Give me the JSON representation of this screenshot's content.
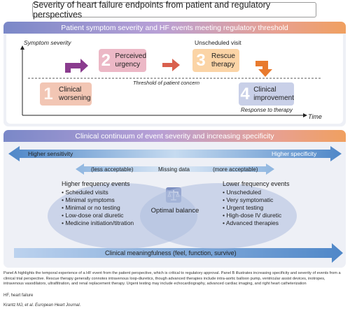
{
  "title": "Severity of heart failure endpoints from patient and regulatory perspectives",
  "panel_a": {
    "header": "Patient symptom severity and HF events meeting regulatory threshold",
    "y_axis_label": "Symptom severity",
    "x_axis_label": "Time",
    "threshold_label": "Threshold of patient concern",
    "unscheduled_label": "Unscheduled visit",
    "response_label": "Response to therapy",
    "steps": [
      {
        "num": "1",
        "label_line1": "Clinical",
        "label_line2": "worsening"
      },
      {
        "num": "2",
        "label_line1": "Perceived",
        "label_line2": "urgency"
      },
      {
        "num": "3",
        "label_line1": "Rescue",
        "label_line2": "therapy"
      },
      {
        "num": "4",
        "label_line1": "Clinical",
        "label_line2": "improvement"
      }
    ]
  },
  "panel_b": {
    "header": "Clinical continuum of event severity and increasing specificity",
    "higher_sensitivity": "Higher sensitivity",
    "higher_specificity": "Higher specificity",
    "less_acceptable": "(less acceptable)",
    "missing_data": "Missing data",
    "more_acceptable": "(more acceptable)",
    "left_title": "Higher frequency events",
    "left_items": [
      "Scheduled visits",
      "Minimal symptoms",
      "Minimal or no testing",
      "Low-dose oral diuretic",
      "Medicine initiation/titration"
    ],
    "right_title": "Lower frequency events",
    "right_items": [
      "Unscheduled",
      "Very symptomatic",
      "Urgent testing",
      "High-dose IV diuretic",
      "Advanced therapies"
    ],
    "center_label": "Optimal balance",
    "bottom_arrow": "Clinical meaningfulness (feel, function, survive)"
  },
  "caption": "Panel A highlights the temporal experience of a HF event from the patient perspective, which is critical to regulatory approval. Panel B illustrates increasing specificity and severity of events from a clinical trial perspective. Rescue therapy generally connotes intravenous loop-diuretics, though advanced therapies include intra-aortic balloon pump, ventricular assist devices, inotropes, intravenous vasodilators, ultrafiltration, and renal replacement therapy. Urgent testing may include echocardiography, advanced cardiac imaging, and right heart catheterization",
  "abbrev": "HF, heart failure",
  "citation_prefix": "Krantz MJ, ",
  "citation_italic": "et al. European Heart Journal."
}
